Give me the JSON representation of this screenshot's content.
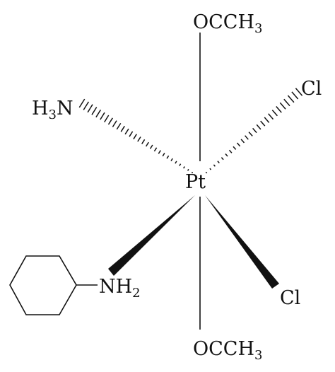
{
  "molecule": {
    "center_atom": "Pt",
    "ligands": {
      "axial_top": {
        "main": "OCCH",
        "sub": "3"
      },
      "axial_bottom": {
        "main": "OCCH",
        "sub": "3"
      },
      "ammine": {
        "pre": "H",
        "sub": "3",
        "post": "N"
      },
      "chloride_back": "Cl",
      "chloride_front": "Cl",
      "cyclohexylamine": {
        "main": "NH",
        "sub": "2"
      }
    },
    "colors": {
      "ink": "#111111",
      "background": "#ffffff"
    }
  }
}
